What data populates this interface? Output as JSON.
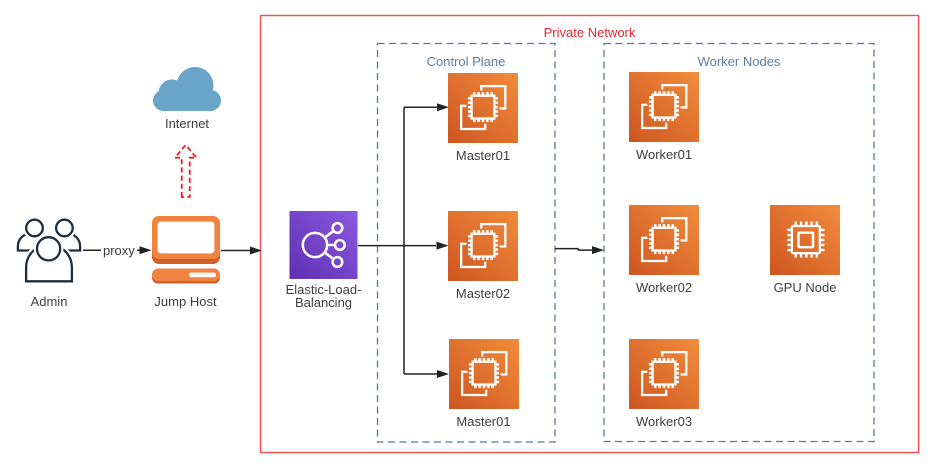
{
  "diagram": {
    "groups": {
      "private_network": {
        "label": "Private Network"
      },
      "control_plane": {
        "label": "Control Plane"
      },
      "worker_nodes": {
        "label": "Worker Nodes"
      }
    },
    "nodes": {
      "admin": {
        "label": "Admin",
        "icon": "users-icon"
      },
      "internet": {
        "label": "Internet",
        "icon": "internet-cloud-icon"
      },
      "jump_host": {
        "label": "Jump Host",
        "icon": "laptop-icon"
      },
      "elb": {
        "label_line1": "Elastic-Load-",
        "label_line2": "Balancing",
        "icon": "elastic-load-balancing-icon"
      },
      "master1": {
        "label": "Master01",
        "icon": "ec2-instances-icon"
      },
      "master2": {
        "label": "Master02",
        "icon": "ec2-instances-icon"
      },
      "master3": {
        "label": "Master01",
        "icon": "ec2-instances-icon"
      },
      "worker1": {
        "label": "Worker01",
        "icon": "ec2-instances-icon"
      },
      "worker2": {
        "label": "Worker02",
        "icon": "ec2-instances-icon"
      },
      "worker3": {
        "label": "Worker03",
        "icon": "ec2-instances-icon"
      },
      "gpu_node": {
        "label": "GPU Node",
        "icon": "gpu-chip-icon"
      }
    },
    "edges": {
      "proxy": {
        "label": "proxy"
      }
    },
    "colors": {
      "label": "#3e3e3e",
      "line": "#222222",
      "red_border": "#f54a52",
      "red_label": "#e8262d",
      "red_arrow": "#f01722",
      "slate_border": "#5b7a9a",
      "slate_label": "#5d7ca3",
      "cloud": "#69a5c8",
      "laptop": "#f08340",
      "laptop_shade": "#ce6029",
      "users": "#1d2f3f",
      "ec2_gradient": [
        "#ce5621",
        "#f18c3c"
      ],
      "elb_gradient": [
        "#5f2fb3",
        "#8c5ae0"
      ]
    }
  }
}
